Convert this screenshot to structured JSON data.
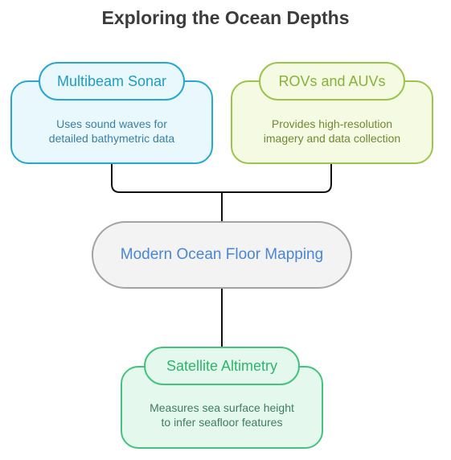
{
  "title": "Exploring the Ocean Depths",
  "nodes": {
    "multibeam": {
      "label": "Multibeam Sonar",
      "description": [
        "Uses sound waves for",
        "detailed bathymetric data"
      ]
    },
    "rovs": {
      "label": "ROVs and AUVs",
      "description": [
        "Provides high-resolution",
        "imagery and data collection"
      ]
    },
    "center": {
      "label": "Modern Ocean Floor Mapping"
    },
    "satellite": {
      "label": "Satellite Altimetry",
      "description": [
        "Measures sea surface height",
        "to infer seafloor features"
      ]
    }
  },
  "colors": {
    "multibeam": "#27a7d4",
    "rovs": "#9dc44b",
    "center": "#4a86d6",
    "satellite": "#43c47e",
    "connector": "#111111"
  }
}
